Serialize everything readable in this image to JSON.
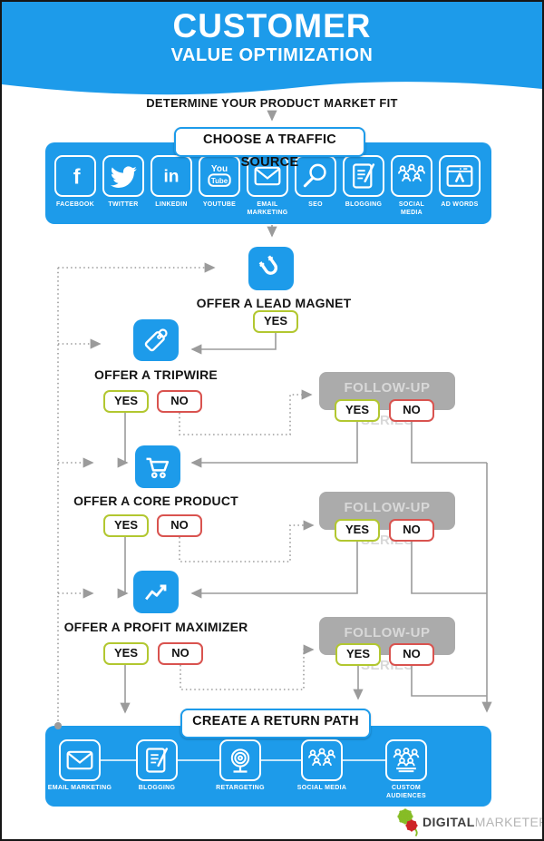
{
  "colors": {
    "accent_blue": "#1D9BEA",
    "yes_green": "#B2C730",
    "no_red": "#D9534F",
    "followup_gray": "#ABABAB",
    "connector_gray": "#9B9B9B"
  },
  "header": {
    "title": "CUSTOMER",
    "subtitle": "VALUE OPTIMIZATION"
  },
  "flow": {
    "determine_label": "DETERMINE YOUR PRODUCT MARKET FIT"
  },
  "traffic_source": {
    "title": "CHOOSE A TRAFFIC SOURCE",
    "items": [
      {
        "label": "FACEBOOK",
        "icon": "facebook-icon"
      },
      {
        "label": "TWITTER",
        "icon": "twitter-icon"
      },
      {
        "label": "LINKEDIN",
        "icon": "linkedin-icon"
      },
      {
        "label": "YOUTUBE",
        "icon": "youtube-icon"
      },
      {
        "label": "EMAIL MARKETING",
        "icon": "email-icon"
      },
      {
        "label": "SEO",
        "icon": "seo-icon"
      },
      {
        "label": "BLOGGING",
        "icon": "blogging-icon"
      },
      {
        "label": "SOCIAL MEDIA",
        "icon": "social-media-icon"
      },
      {
        "label": "AD WORDS",
        "icon": "adwords-icon"
      }
    ]
  },
  "offers": {
    "lead_magnet": {
      "label": "OFFER A LEAD MAGNET",
      "yes": "YES",
      "icon": "magnet-icon"
    },
    "tripwire": {
      "label": "OFFER A TRIPWIRE",
      "yes": "YES",
      "no": "NO",
      "icon": "price-tag-icon"
    },
    "core_product": {
      "label": "OFFER A CORE PRODUCT",
      "yes": "YES",
      "no": "NO",
      "icon": "cart-icon"
    },
    "profit_maximizer": {
      "label": "OFFER A PROFIT MAXIMIZER",
      "yes": "YES",
      "no": "NO",
      "icon": "growth-chart-icon"
    }
  },
  "followup_series": [
    {
      "title": "FOLLOW-UP SERIES",
      "yes": "YES",
      "no": "NO"
    },
    {
      "title": "FOLLOW-UP SERIES",
      "yes": "YES",
      "no": "NO"
    },
    {
      "title": "FOLLOW-UP SERIES",
      "yes": "YES",
      "no": "NO"
    }
  ],
  "return_path": {
    "title": "CREATE A RETURN PATH",
    "items": [
      {
        "label": "EMAIL MARKETING",
        "icon": "email-icon"
      },
      {
        "label": "BLOGGING",
        "icon": "blogging-icon"
      },
      {
        "label": "RETARGETING",
        "icon": "retargeting-icon"
      },
      {
        "label": "SOCIAL MEDIA",
        "icon": "social-media-icon"
      },
      {
        "label": "CUSTOM AUDIENCES",
        "icon": "custom-audiences-icon"
      }
    ]
  },
  "footer": {
    "brand_primary": "DIGITAL",
    "brand_secondary": "MARKETER"
  }
}
